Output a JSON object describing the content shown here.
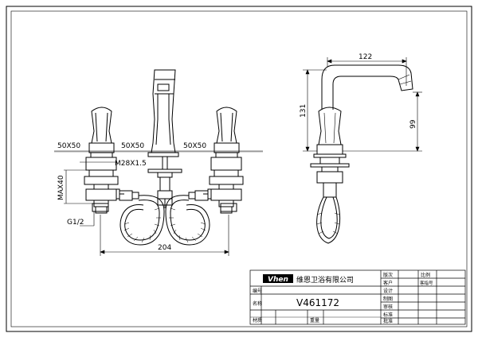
{
  "drawing": {
    "front_view": {
      "labels": {
        "nipple_left": "50X50",
        "nipple_mid": "50X50",
        "nipple_right": "50X50",
        "thread": "M28X1.5",
        "max_depth": "MAX40",
        "inlet": "G1/2",
        "width": "204"
      }
    },
    "side_view": {
      "labels": {
        "reach": "122",
        "height": "131",
        "spout_height": "99"
      }
    }
  },
  "title_block": {
    "logo": "Vhen",
    "company": "维恩卫浴有限公司",
    "model": "V461172",
    "cells": {
      "version": "版次",
      "customer": "客户",
      "design": "设计",
      "drawing": "制图",
      "review": "审核",
      "standard": "标准",
      "approve": "批准",
      "ratio": "比例",
      "customer_code": "客指号",
      "code": "编号",
      "name": "名称",
      "material": "材质",
      "weight": "重量"
    }
  }
}
